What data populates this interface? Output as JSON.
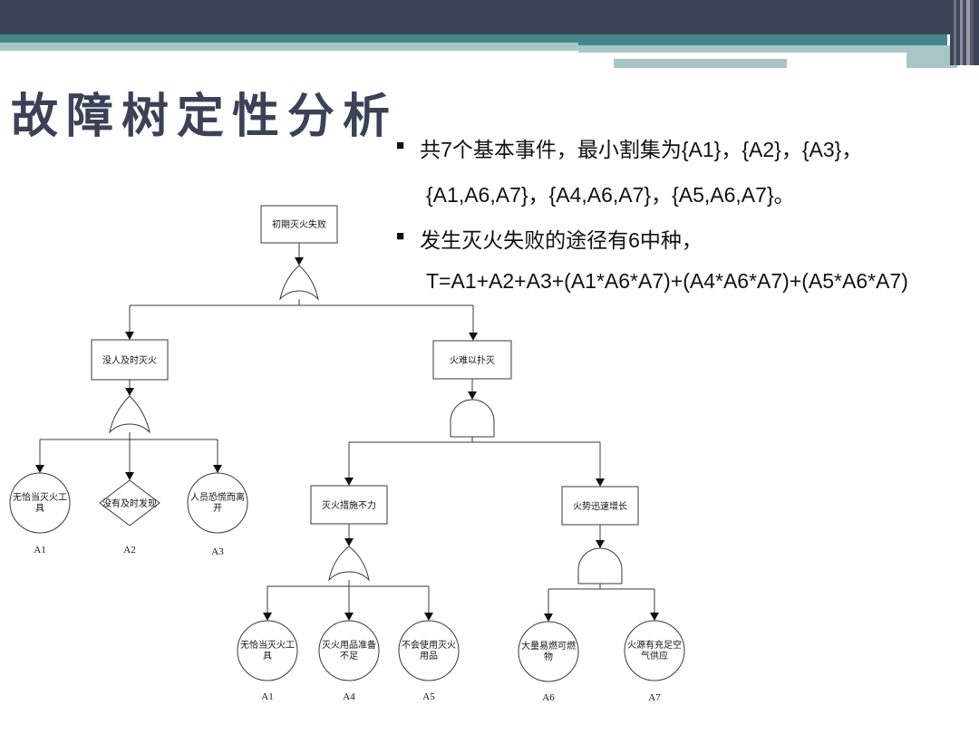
{
  "slide": {
    "title": "故障树定性分析",
    "theme_colors": {
      "navy": "#3d4458",
      "teal": "#44858c",
      "sage": "#a9c6c7"
    }
  },
  "bullets": [
    {
      "marker": "■",
      "line1": "共7个基本事件，最小割集为{A1}，{A2}，{A3}，",
      "line2": "{A1,A6,A7}，{A4,A6,A7}，{A5,A6,A7}。"
    },
    {
      "marker": "■",
      "line1": "发生灭火失败的途径有6中种，",
      "line2": "T=A1+A2+A3+(A1*A6*A7)+(A4*A6*A7)+(A5*A6*A7)"
    }
  ],
  "tree": {
    "top_event": {
      "label": "初期灭火失败",
      "gate": "or"
    },
    "intermediate": [
      {
        "label": "没人及时灭火",
        "gate": "or"
      },
      {
        "label": "火难以扑灭",
        "gate": "and"
      },
      {
        "label": "灭火措施不力",
        "gate": "or"
      },
      {
        "label": "火势迅速增长",
        "gate": "and"
      }
    ],
    "basic_events": [
      {
        "id": "A1",
        "shape": "circle",
        "line1": "无恰当灭火工",
        "line2": "具"
      },
      {
        "id": "A2",
        "shape": "diamond",
        "line1": "没有及时发现",
        "line2": ""
      },
      {
        "id": "A3",
        "shape": "circle",
        "line1": "人员恐慌而离",
        "line2": "开"
      },
      {
        "id": "A1",
        "shape": "circle",
        "line1": "无恰当灭火工",
        "line2": "具"
      },
      {
        "id": "A4",
        "shape": "circle",
        "line1": "灭火用品准备",
        "line2": "不足"
      },
      {
        "id": "A5",
        "shape": "circle",
        "line1": "不会使用灭火",
        "line2": "用品"
      },
      {
        "id": "A6",
        "shape": "circle",
        "line1": "大量易燃可燃",
        "line2": "物"
      },
      {
        "id": "A7",
        "shape": "circle",
        "line1": "火源有充足空",
        "line2": "气供应"
      }
    ]
  }
}
